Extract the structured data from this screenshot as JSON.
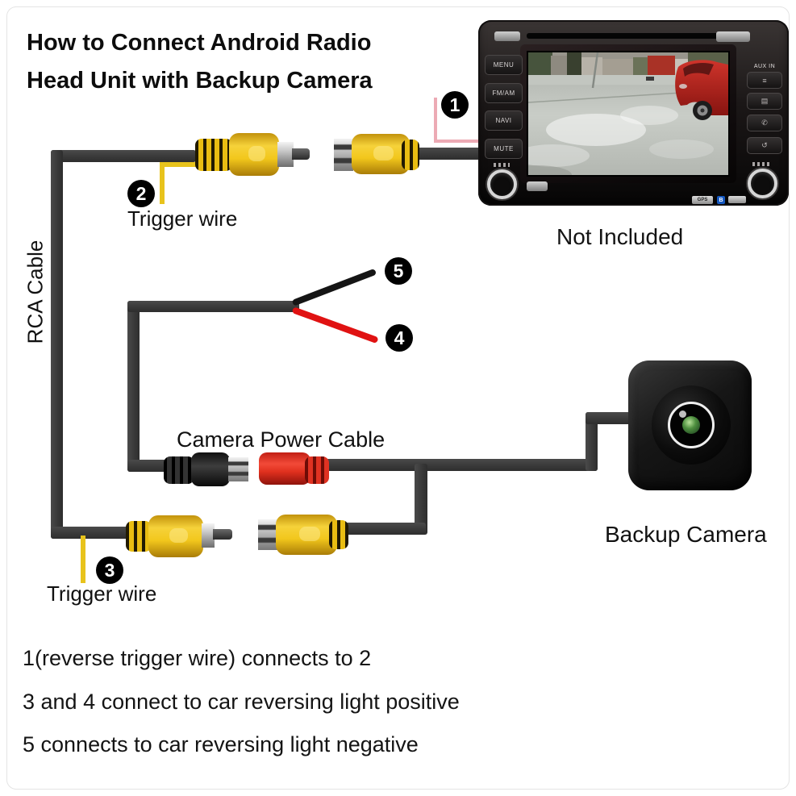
{
  "title": {
    "line1": "How to Connect Android Radio",
    "line2": "Head Unit with Backup Camera"
  },
  "head_unit": {
    "left_buttons": [
      "MENU",
      "FM/AM",
      "NAVI",
      "MUTE"
    ],
    "aux_label": "AUX IN",
    "right_icons": [
      "≡",
      "▤",
      "✆",
      "↺"
    ],
    "chip_gps": "GPS",
    "chip_bt": "B",
    "caption": "Not Included"
  },
  "callouts": {
    "c1": "1",
    "c2": "2",
    "c3": "3",
    "c4": "4",
    "c5": "5"
  },
  "labels": {
    "rca_cable": "RCA Cable",
    "trigger_wire_top": "Trigger wire",
    "trigger_wire_bottom": "Trigger wire",
    "camera_power_cable": "Camera Power Cable",
    "backup_camera": "Backup Camera"
  },
  "notes": [
    "1(reverse trigger wire) connects to 2",
    "3 and 4 connect to car reversing light positive",
    "5 connects to car reversing light negative"
  ],
  "colors": {
    "cable_gray": "#3f3f3f",
    "rca_yellow": "#f0c51e",
    "power_red": "#e03222",
    "trigger_yellow": "#e8c31c",
    "callout_pink": "#ecaab4",
    "wire_black": "#141414",
    "wire_red": "#df1414",
    "badge_bg": "#000000",
    "badge_text": "#ffffff"
  }
}
